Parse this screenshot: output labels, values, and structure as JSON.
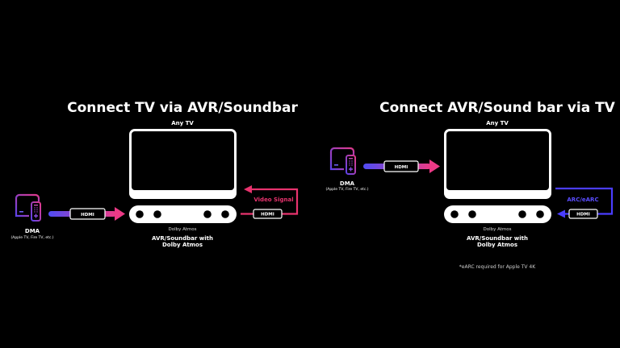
{
  "left": {
    "title": "Connect TV via AVR/Soundbar",
    "tv_label": "Any TV",
    "dma_label": "DMA",
    "dma_sublabel": "(Apple TV, Fire TV, etc.)",
    "hdmi_label": "HDMI",
    "hdmi2_label": "HDMI",
    "signal_label": "Video Signal",
    "dolby_logo": "Dolby Atmos",
    "device_line1": "AVR/Soundbar with",
    "device_line2": "Dolby Atmos"
  },
  "right": {
    "title": "Connect AVR/Sound bar via TV",
    "tv_label": "Any TV",
    "dma_label": "DMA",
    "dma_sublabel": "(Apple TV, Fire TV, etc.)",
    "hdmi_label": "HDMI",
    "hdmi2_label": "HDMI",
    "signal_label": "ARC/eARC",
    "dolby_logo": "Dolby Atmos",
    "device_line1": "AVR/Soundbar with",
    "device_line2": "Dolby Atmos",
    "footnote": "*eARC required for Apple TV 4K"
  },
  "colors": {
    "pink": "#e8336e",
    "blue": "#4a3dff",
    "purple": "#7a3cff"
  }
}
